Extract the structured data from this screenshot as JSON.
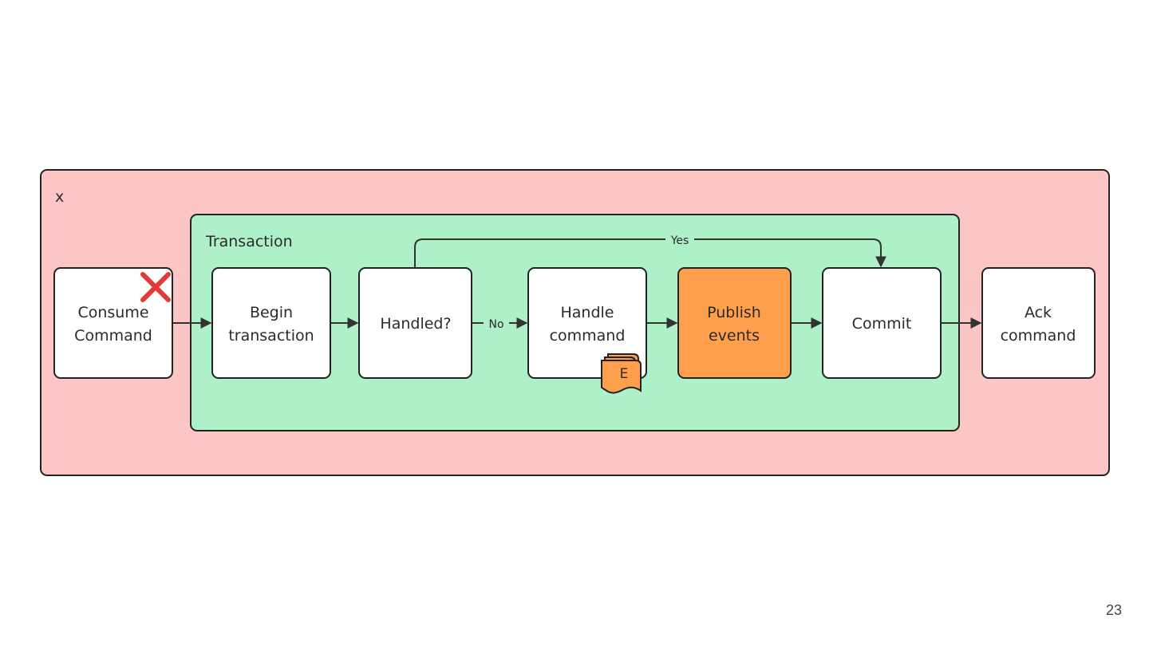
{
  "outer_frame": {
    "label": "x"
  },
  "transaction_frame": {
    "label": "Transaction"
  },
  "nodes": {
    "consume": {
      "line1": "Consume",
      "line2": "Command"
    },
    "begin": {
      "line1": "Begin",
      "line2": "transaction"
    },
    "handled": {
      "line1": "Handled?"
    },
    "handle": {
      "line1": "Handle",
      "line2": "command"
    },
    "publish": {
      "line1": "Publish",
      "line2": "events"
    },
    "commit": {
      "line1": "Commit"
    },
    "ack": {
      "line1": "Ack",
      "line2": "command"
    }
  },
  "edge_labels": {
    "no": "No",
    "yes": "Yes"
  },
  "event_badge": {
    "label": "E",
    "icon": "event-stack-icon"
  },
  "failure_marker": {
    "icon": "red-x-icon",
    "color": "#e53935"
  },
  "colors": {
    "outer_fill": "#fdc6c6",
    "transaction_fill": "#aef0c8",
    "highlight_fill": "#fd9f4b",
    "node_fill": "#ffffff"
  },
  "slide_number": "23"
}
